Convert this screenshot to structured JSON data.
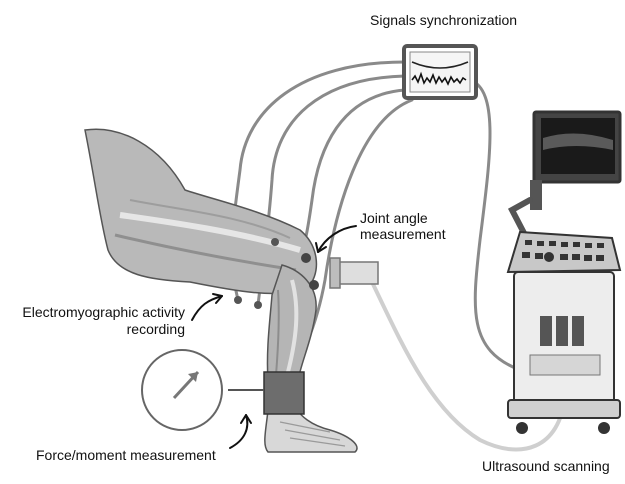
{
  "labels": {
    "signals": "Signals synchronization",
    "joint_line1": "Joint angle",
    "joint_line2": "measurement",
    "emg_line1": "Electromyographic activity",
    "emg_line2": "recording",
    "force": "Force/moment measurement",
    "ultrasound": "Ultrasound scanning"
  },
  "icons": {
    "monitor": "signal-monitor-icon",
    "goniometer": "goniometer-icon",
    "dynamometer": "force-dial-icon",
    "ultrasound": "ultrasound-machine-icon",
    "probe": "ultrasound-probe-icon",
    "leg": "leg-anatomy-icon"
  }
}
